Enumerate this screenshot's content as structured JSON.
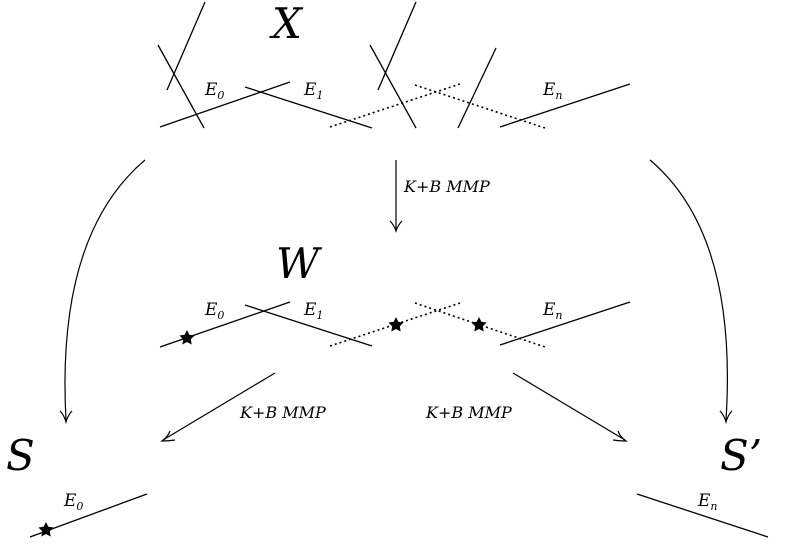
{
  "spaces": {
    "X": "X",
    "W": "W",
    "S": "S",
    "S_prime": "S’"
  },
  "curves": {
    "E0": {
      "base": "E",
      "sub": "0"
    },
    "E1": {
      "base": "E",
      "sub": "1"
    },
    "En": {
      "base": "E",
      "sub": "n"
    }
  },
  "arrows": {
    "mmp_label": "K+B MMP"
  }
}
